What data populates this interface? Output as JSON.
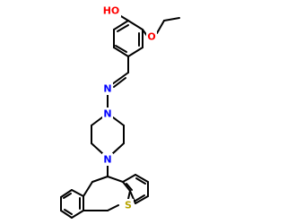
{
  "molecule": {
    "atom_labels": {
      "hydroxyl": "HO",
      "ether_oxygen": "O",
      "imine_nitrogen": "N",
      "piperazine_n_top": "N",
      "piperazine_n_bottom": "N",
      "thioether_sulfur": "S"
    },
    "colors": {
      "bond": "#000000",
      "oxygen": "#ff0000",
      "nitrogen": "#0000ff",
      "sulfur": "#b8a400",
      "background": "#ffffff"
    }
  }
}
